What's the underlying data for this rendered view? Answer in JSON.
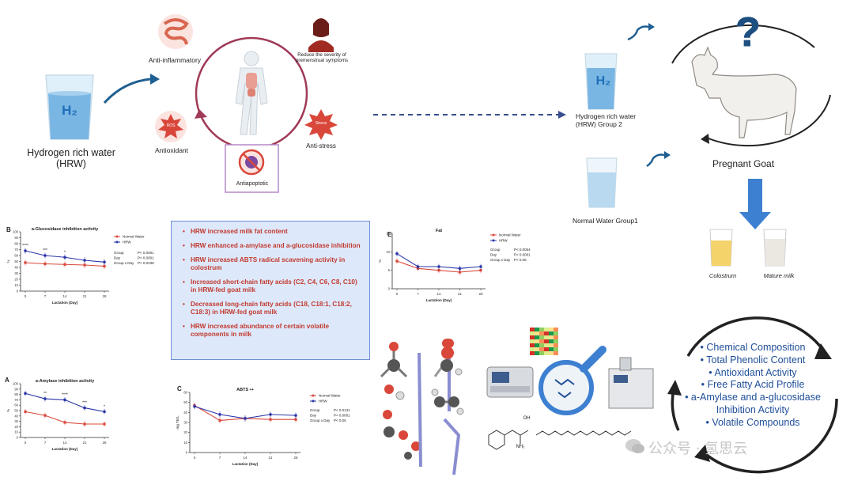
{
  "top_left": {
    "hrw_label": "Hydrogen rich water (HRW)",
    "h2": "H₂",
    "effects": {
      "anti_inflammatory": "Anti-inflammatory",
      "reduce_pms": "Reduce the severity of premenstrual symptoms",
      "antioxidant": "Antioxidant",
      "anti_stress": "Anti-stress",
      "antiapoptotic": "Antiapoptotic",
      "ros_badge": "ROS",
      "stress_badge": "Stress"
    }
  },
  "top_right": {
    "group2": "Hydrogen rich water (HRW) Group 2",
    "group1": "Normal Water Group1",
    "h2": "H₂",
    "goat": "Pregnant Goat",
    "question": "?",
    "colostrum": "Colostrum",
    "mature_milk": "Mature milk"
  },
  "summary_findings": [
    "HRW increased milk fat content",
    "HRW enhanced a-amylase and a-glucosidase inhibition",
    "HRW increased ABTS radical scavening activity in colostrum",
    "Increased short-chain fatty acids (C2, C4, C6, C8, C10) in HRW-fed goat milk",
    "Decreased long-chain fatty acids (C18, C18:1, C18:2, C18:3) in HRW-fed goat milk",
    "HRW increased abundance of certain volatile components in milk"
  ],
  "analyses": [
    "Chemical Composition",
    "Total Phenolic Content",
    "Antioxidant Activity",
    "Free Fatty Acid Profile",
    "a-Amylase and a-glucosidase",
    "Inhibition Activity",
    "Volatile Compounds"
  ],
  "molecule_labels": {
    "oh": "OH",
    "nh2": "NH₂"
  },
  "watermark": "公众号 · 氢思云",
  "colors": {
    "hrw": "#2a35a8",
    "normal": "#d9473a",
    "accent_blue": "#1f4e99",
    "finding_red": "#c23a2e"
  },
  "chart_data": [
    {
      "id": "B",
      "type": "line",
      "title": "a-Glucosidase inhibition activity",
      "xlabel": "Lactation (Day)",
      "ylabel": "%",
      "x": [
        0,
        7,
        14,
        21,
        28
      ],
      "ylim": [
        0,
        100
      ],
      "yticks": [
        0,
        10,
        20,
        30,
        40,
        50,
        60,
        70,
        80,
        90,
        100
      ],
      "series": [
        {
          "name": "Normal Water",
          "color": "#d9473a",
          "values": [
            48,
            46,
            45,
            44,
            42
          ]
        },
        {
          "name": "HRW",
          "color": "#2a35a8",
          "values": [
            68,
            60,
            57,
            52,
            49
          ]
        }
      ],
      "significance": [
        "****",
        "***",
        "*",
        "",
        ""
      ],
      "stats": [
        [
          "Group",
          "P< 0.0001"
        ],
        [
          "Day",
          "P< 0.0001"
        ],
        [
          "Group x Day",
          "P< 0.0238"
        ]
      ]
    },
    {
      "id": "A",
      "type": "line",
      "title": "a-Amylase inhibition activity",
      "xlabel": "Lactation (Day)",
      "ylabel": "%",
      "x": [
        0,
        7,
        14,
        21,
        28
      ],
      "ylim": [
        0,
        100
      ],
      "yticks": [
        0,
        10,
        20,
        30,
        40,
        50,
        60,
        70,
        80,
        90,
        100
      ],
      "series": [
        {
          "name": "Normal Water",
          "color": "#d9473a",
          "values": [
            48,
            41,
            28,
            25,
            25
          ]
        },
        {
          "name": "HRW",
          "color": "#2a35a8",
          "values": [
            82,
            72,
            70,
            55,
            48
          ]
        }
      ],
      "significance": [
        "",
        "**",
        "****",
        "***",
        "*"
      ],
      "stats": [
        [
          "Group",
          "P<0.000"
        ],
        [
          "Day",
          "P<0.000"
        ],
        [
          "Group x Day",
          "P<0.004"
        ]
      ]
    },
    {
      "id": "C",
      "type": "line",
      "title": "ABTS •+",
      "xlabel": "Lactation (Day)",
      "ylabel": "mg TE/L",
      "x": [
        0,
        7,
        14,
        21,
        28
      ],
      "ylim": [
        0,
        60
      ],
      "yticks": [
        0,
        10,
        20,
        30,
        40,
        50,
        60
      ],
      "series": [
        {
          "name": "Normal Water",
          "color": "#d9473a",
          "values": [
            47,
            32,
            34,
            33,
            33
          ]
        },
        {
          "name": "HRW",
          "color": "#2a35a8",
          "values": [
            46,
            38,
            34,
            38,
            37
          ]
        }
      ],
      "stats": [
        [
          "Group",
          "P< 0.0131"
        ],
        [
          "Day",
          "P< 0.0001"
        ],
        [
          "Group x Day",
          "P< 0.05"
        ]
      ]
    },
    {
      "id": "E",
      "type": "line",
      "title": "Fat",
      "xlabel": "Lactation (Day)",
      "ylabel": "%",
      "x": [
        0,
        7,
        14,
        21,
        28
      ],
      "ylim": [
        0,
        15
      ],
      "yticks": [
        0,
        5,
        10,
        15
      ],
      "series": [
        {
          "name": "Normal Water",
          "color": "#d9473a",
          "values": [
            7.5,
            5.5,
            5.0,
            4.5,
            5.0
          ]
        },
        {
          "name": "HRW",
          "color": "#2a35a8",
          "values": [
            9.5,
            6.0,
            6.0,
            5.5,
            6.0
          ]
        }
      ],
      "stats": [
        [
          "Group",
          "P< 0.0054"
        ],
        [
          "Day",
          "P< 0.0001"
        ],
        [
          "Group x Day",
          "P< 0.05"
        ]
      ]
    }
  ]
}
